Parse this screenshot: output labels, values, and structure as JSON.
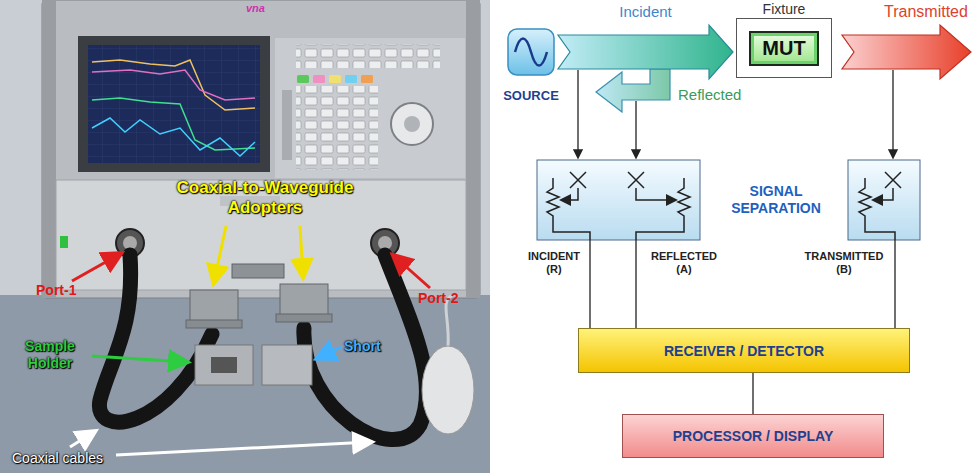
{
  "diagram": {
    "nodes": [
      {
        "text": [
          "SOURCE"
        ]
      },
      {
        "text": [
          "Fixture"
        ]
      },
      {
        "text": [
          "MUT"
        ],
        "in": 1
      },
      {
        "text": [
          "RECEIVER / DETECTOR"
        ]
      },
      {
        "text": [
          "PROCESSOR / DISPLAY"
        ]
      }
    ],
    "edges": [
      {
        "from": 0,
        "to": 1,
        "arrow": "to",
        "label": "Incident"
      },
      {
        "from": 3,
        "to": 4,
        "arrow": "none"
      }
    ],
    "labels": [
      "vna",
      "Coaxial-to-Waveguide Adopters",
      "Port-1",
      "Port-2",
      "Sample Holder",
      "Short",
      "Coaxial cables",
      "Reflected",
      "Transmitted",
      "SIGNAL SEPARATION",
      "INCIDENT (R)",
      "REFLECTED (A)",
      "TRANSMITTED (B)"
    ]
  }
}
